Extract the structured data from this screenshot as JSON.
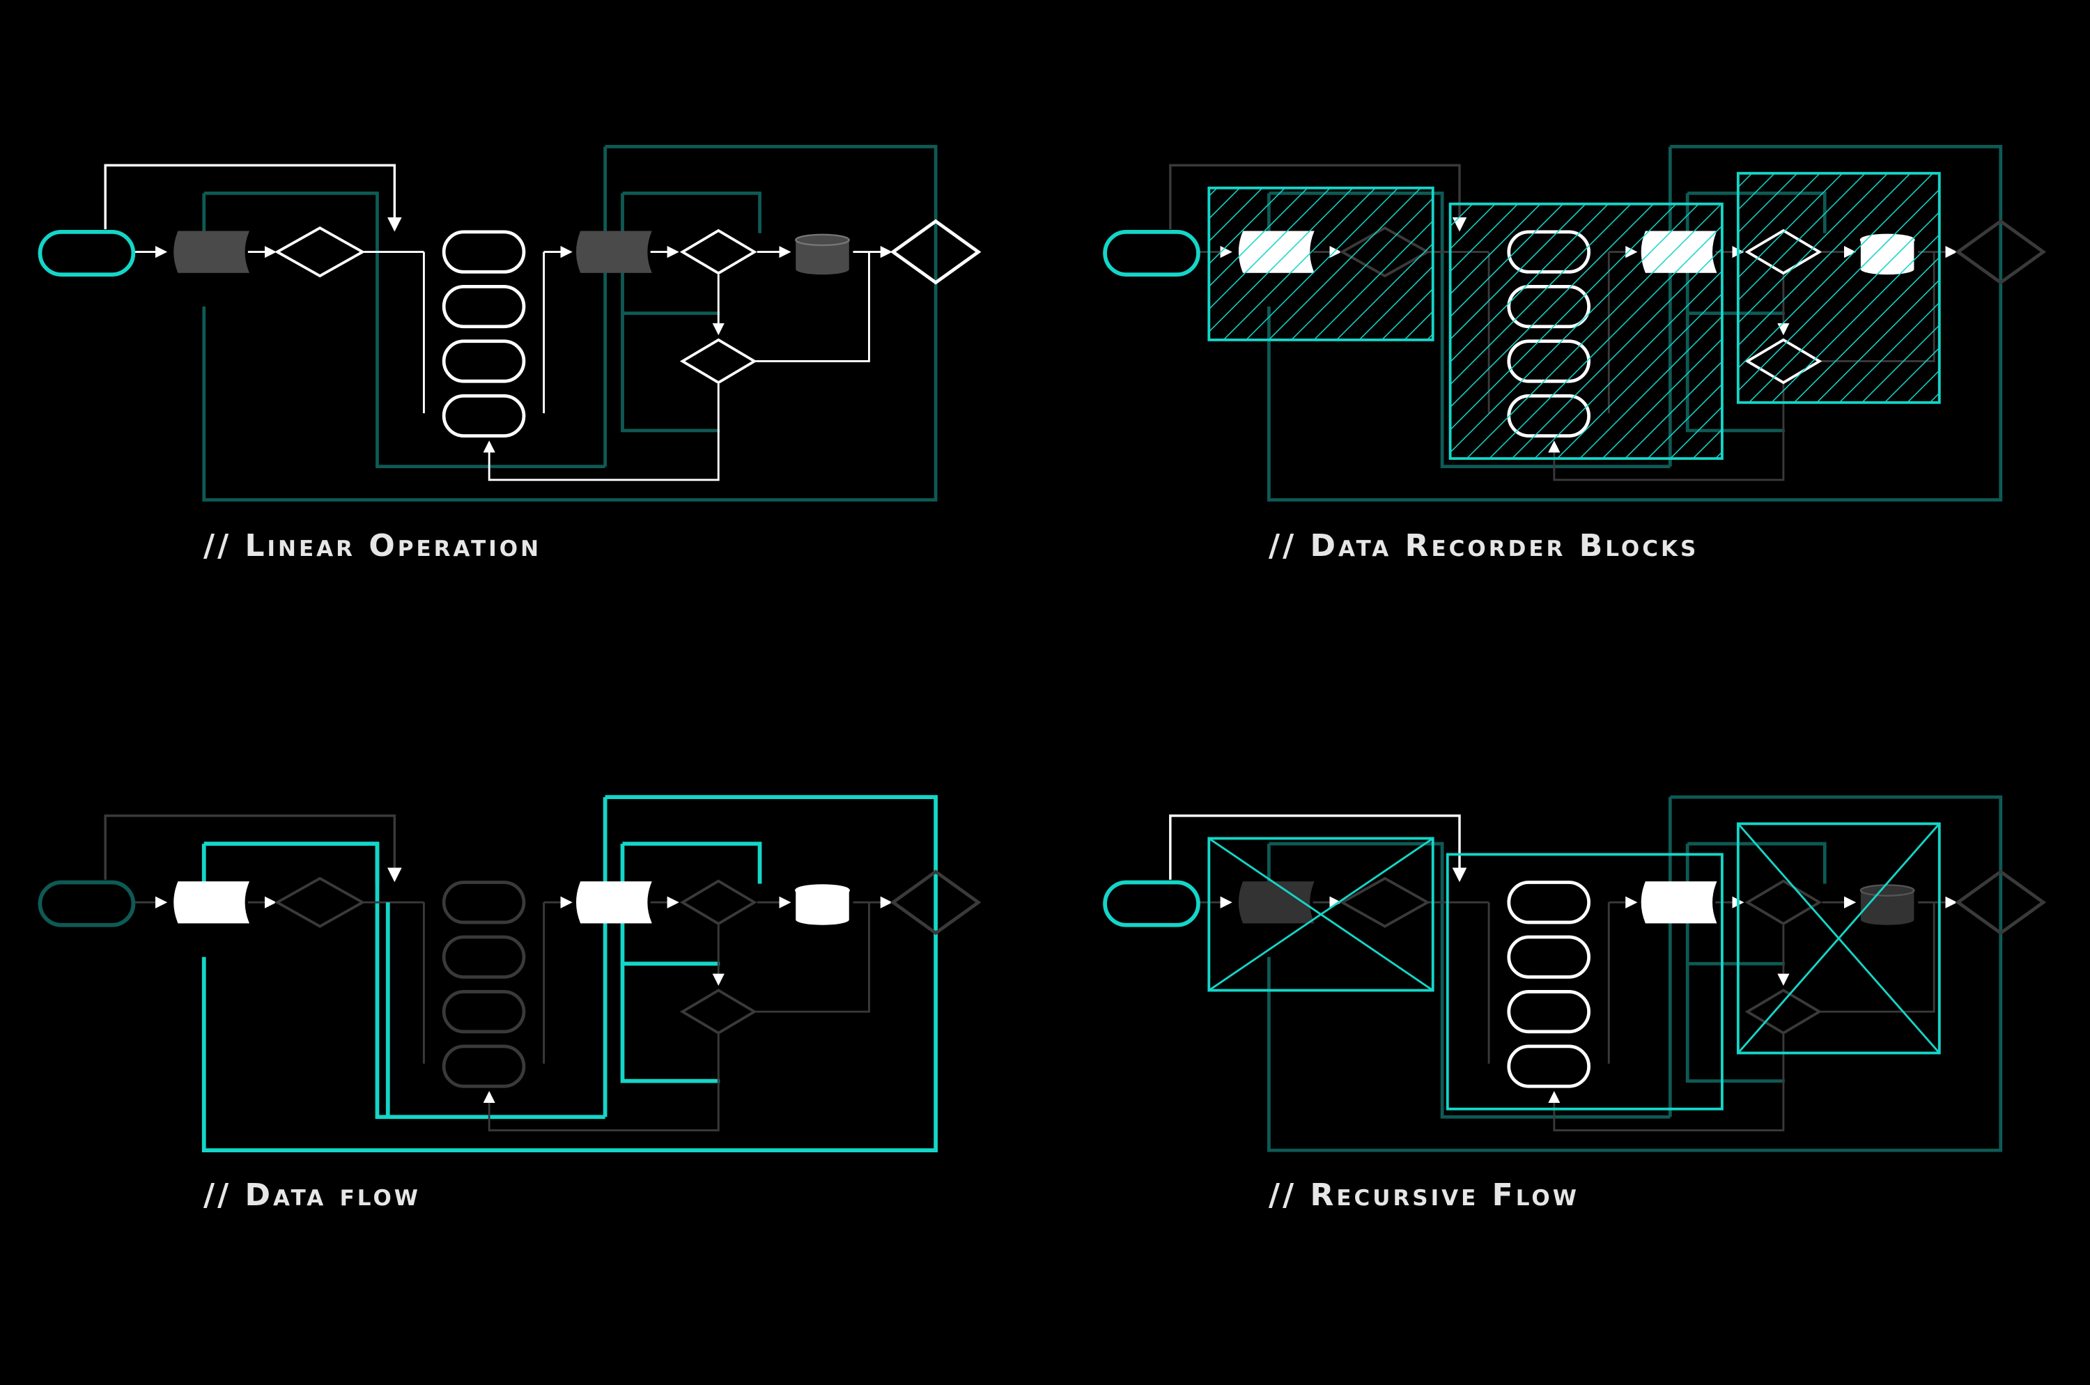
{
  "colors": {
    "background": "#000000",
    "accent": "#14d6c8",
    "accent_dim": "#0e5a55",
    "white": "#ffffff",
    "dim_grey": "#3a3a3a",
    "fill_grey": "#4a4a4a"
  },
  "panels": [
    {
      "id": "linear",
      "title": "// Linear Operation",
      "mode": "linear"
    },
    {
      "id": "recorder",
      "title": "// Data Recorder Blocks",
      "mode": "recorder"
    },
    {
      "id": "dataflow",
      "title": "// Data flow",
      "mode": "dataflow"
    },
    {
      "id": "recursive",
      "title": "// Recursive Flow",
      "mode": "recursive"
    }
  ],
  "icons": {
    "terminator": "rounded-pill",
    "data": "tapered-cylinder",
    "decision": "diamond",
    "process": "stadium",
    "database": "cylinder"
  }
}
